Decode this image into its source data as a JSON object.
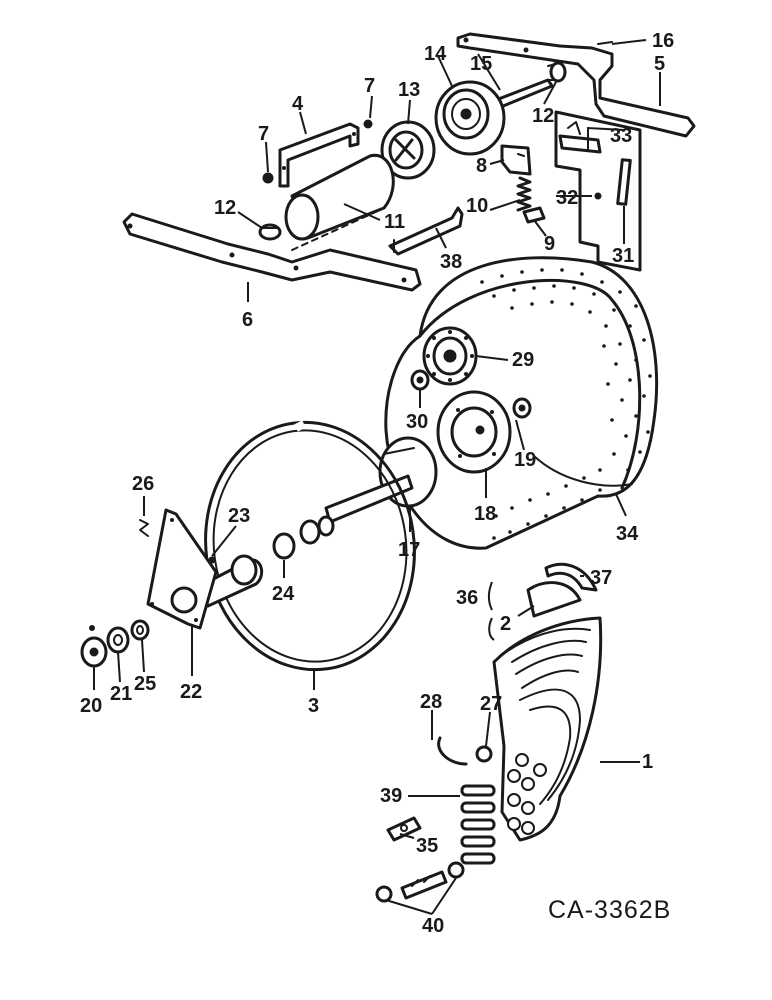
{
  "diagram": {
    "code": "CA-3362B",
    "callouts": {
      "c1": "1",
      "c2": "2",
      "c3": "3",
      "c4": "4",
      "c5": "5",
      "c6": "6",
      "c7a": "7",
      "c7b": "7",
      "c8": "8",
      "c9": "9",
      "c10": "10",
      "c11": "11",
      "c12a": "12",
      "c12b": "12",
      "c13": "13",
      "c14": "14",
      "c15": "15",
      "c16": "16",
      "c17": "17",
      "c18": "18",
      "c19": "19",
      "c20": "20",
      "c21": "21",
      "c22": "22",
      "c23": "23",
      "c24": "24",
      "c25": "25",
      "c26": "26",
      "c27": "27",
      "c28": "28",
      "c29": "29",
      "c30": "30",
      "c31": "31",
      "c32": "32",
      "c33": "33",
      "c34": "34",
      "c35": "35",
      "c36": "36",
      "c37": "37",
      "c38": "38",
      "c39": "39",
      "c40": "40"
    }
  }
}
